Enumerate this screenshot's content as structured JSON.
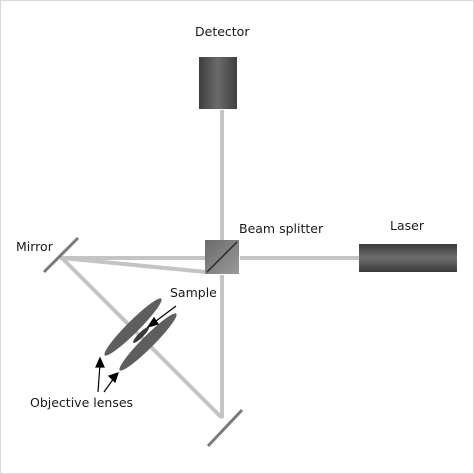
{
  "labels": {
    "detector": "Detector",
    "beam_splitter": "Beam splitter",
    "laser": "Laser",
    "mirror": "Mirror",
    "sample": "Sample",
    "objective_lenses": "Objective lenses"
  },
  "colors": {
    "beam": "#c4c4c4",
    "component_dark": "#484848",
    "component_light": "#8a8a8a",
    "mirror": "#7a7a7a",
    "lens": "#5e5e5e"
  }
}
